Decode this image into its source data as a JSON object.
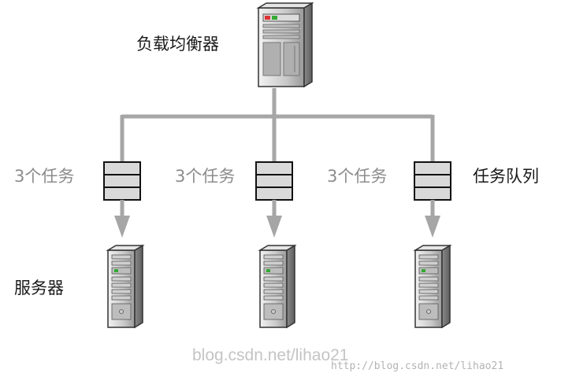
{
  "labels": {
    "load_balancer": "负载均衡器",
    "task_queue": "任务队列",
    "servers": "服务器"
  },
  "queues": [
    {
      "tasks_label": "3个任务"
    },
    {
      "tasks_label": "3个任务"
    },
    {
      "tasks_label": "3个任务"
    }
  ],
  "watermark": {
    "main": "blog.csdn.net/lihao21",
    "url": "http://blog.csdn.net/lihao21"
  },
  "colors": {
    "connector": "#a6a6a6",
    "queue_fill": "#d9d9d9",
    "queue_border": "#111111",
    "server_body": "#c8c8c8",
    "label_dark": "#1a1a1a",
    "label_gray": "#8c8c8c"
  }
}
